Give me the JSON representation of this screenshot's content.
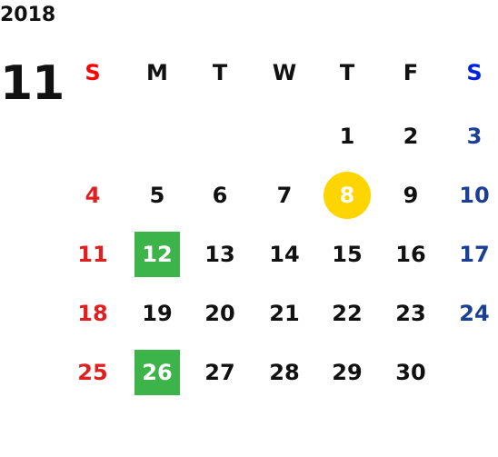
{
  "calendar": {
    "year": "2018",
    "month": "11",
    "weekdays": [
      "S",
      "M",
      "T",
      "W",
      "T",
      "F",
      "S"
    ],
    "first_weekday_index": 4,
    "days_in_month": 30,
    "colors": {
      "default": "#111111",
      "sunday": "#e02020",
      "sunday_header": "#ff0000",
      "saturday": "#1a3f93",
      "saturday_header": "#0020e0",
      "today_circle": "#ffd500",
      "highlight_square": "#3cb44a",
      "highlight_text": "#ffffff"
    },
    "today": 8,
    "highlighted_days": [
      12,
      26
    ]
  }
}
